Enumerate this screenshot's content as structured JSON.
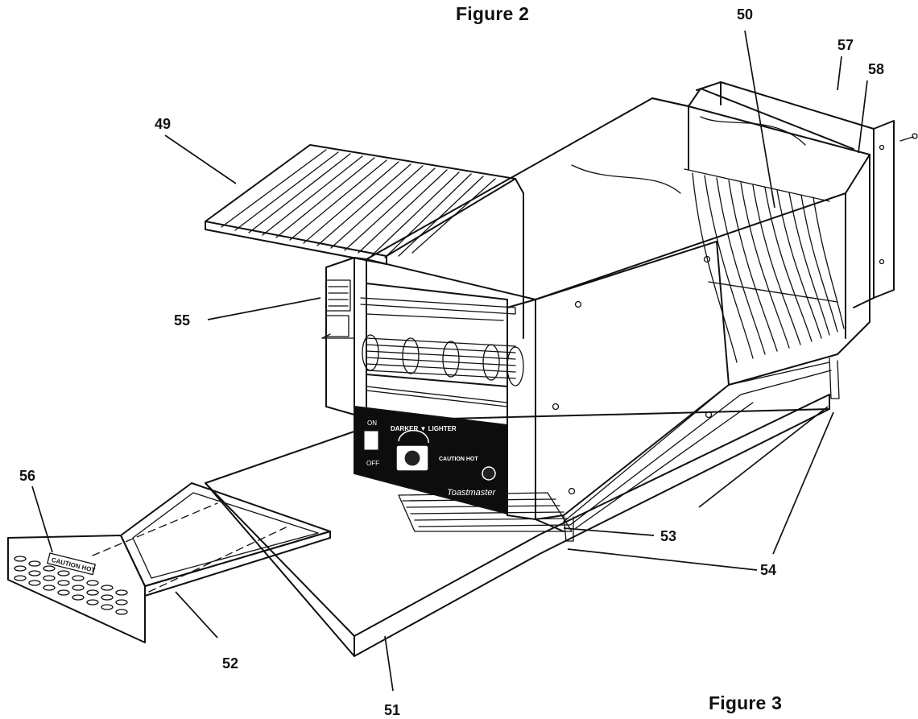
{
  "figure_titles": {
    "figure2": "Figure 2",
    "figure3": "Figure 3"
  },
  "callouts": [
    "49",
    "50",
    "51",
    "52",
    "53",
    "54",
    "55",
    "56",
    "57",
    "58"
  ],
  "control_panel": {
    "darker_lighter": "DARKER ▼ LIGHTER",
    "caution_hot": "CAUTION HOT",
    "brand": "Toastmaster",
    "on": "ON",
    "off": "OFF"
  },
  "tray_label": "CAUTION HOT"
}
